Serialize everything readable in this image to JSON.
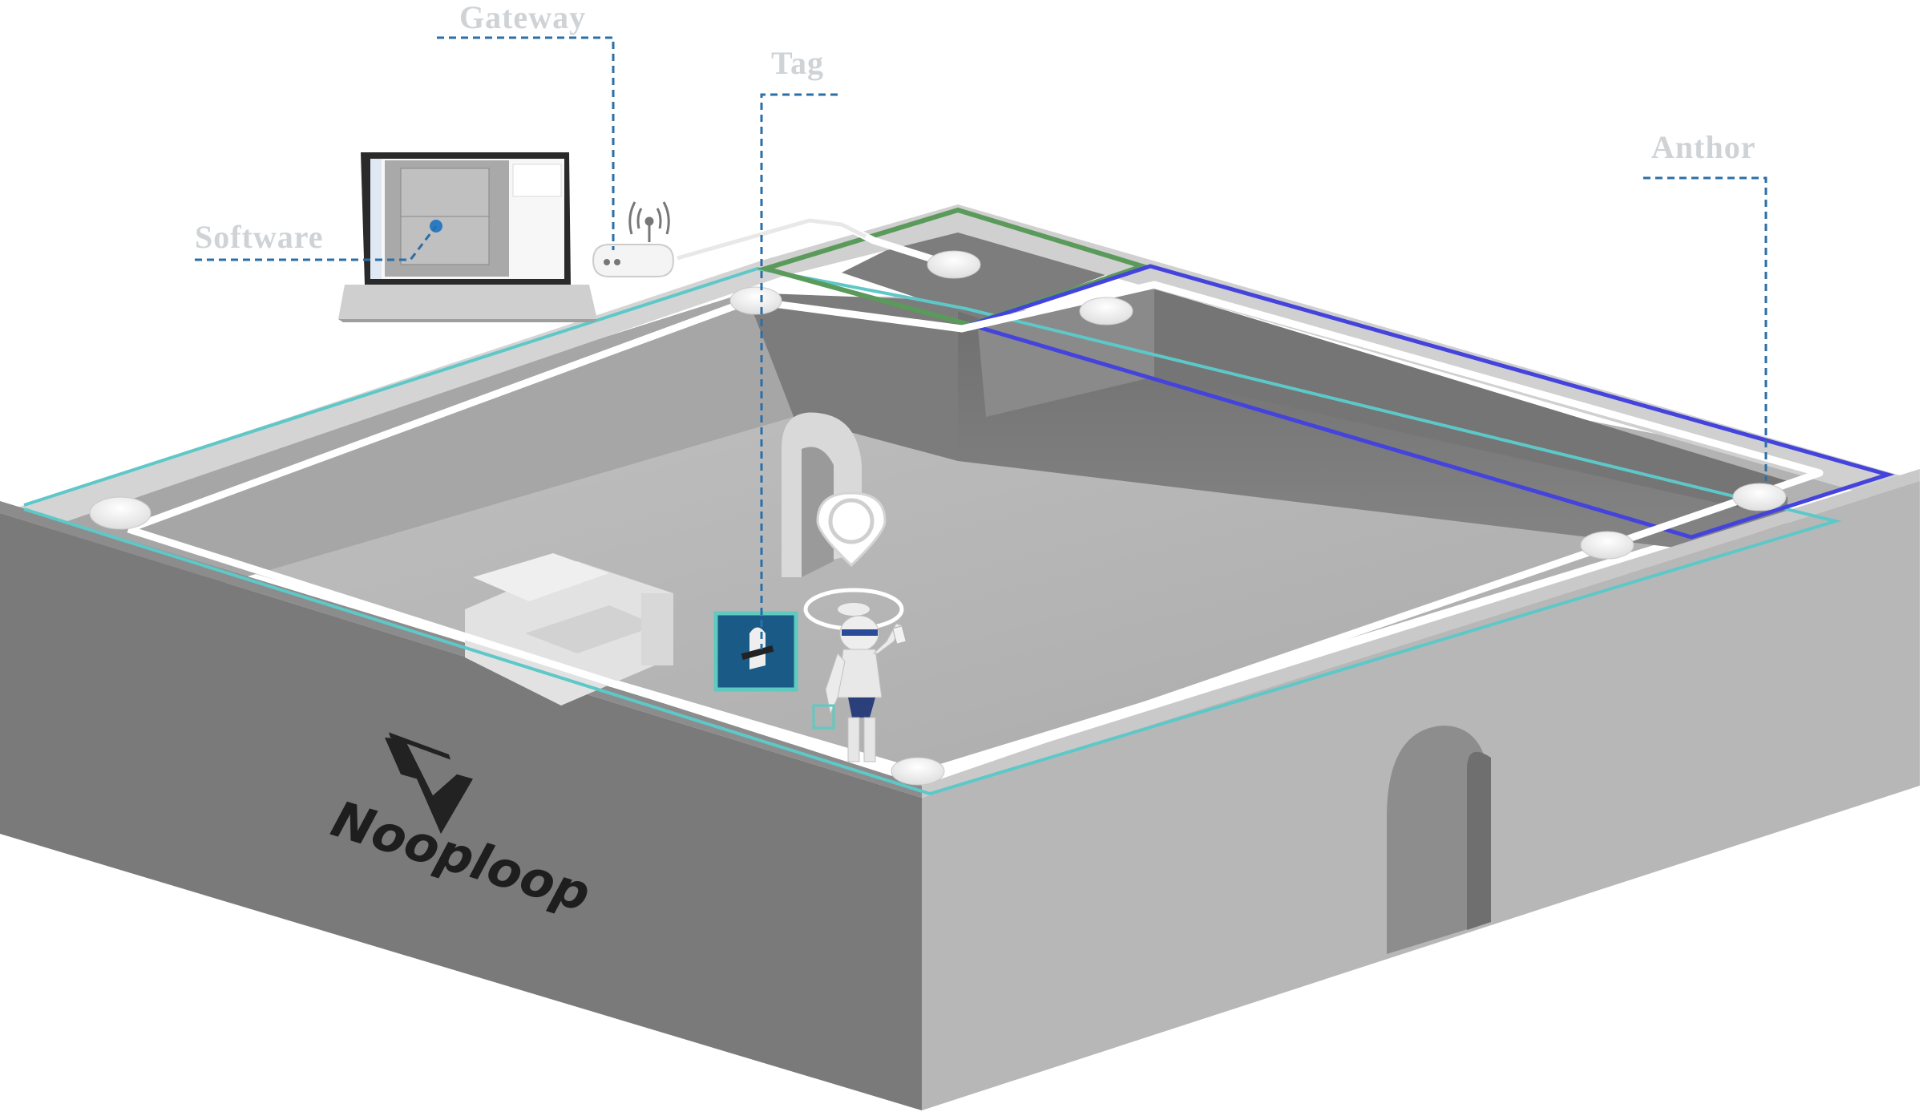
{
  "labels": {
    "gateway": "Gateway",
    "tag": "Tag",
    "anchor": "Anthor",
    "software": "Software"
  },
  "brand": {
    "name": "Nooploop"
  },
  "colors": {
    "callout_line": "#2a6fa8",
    "label_text": "#cfd3d6",
    "cyan_zone": "#5ec8c8",
    "green_zone": "#5a9a5a",
    "blue_zone": "#4444dd",
    "wall_front_dark": "#7a7a7a",
    "wall_front_light": "#b8b8b8",
    "floor": "#b5b5b5"
  },
  "icons": [
    "laptop-icon",
    "router-icon",
    "wifi-signal-icon",
    "location-pin-icon",
    "robot-figure",
    "anchor-device-icon"
  ]
}
